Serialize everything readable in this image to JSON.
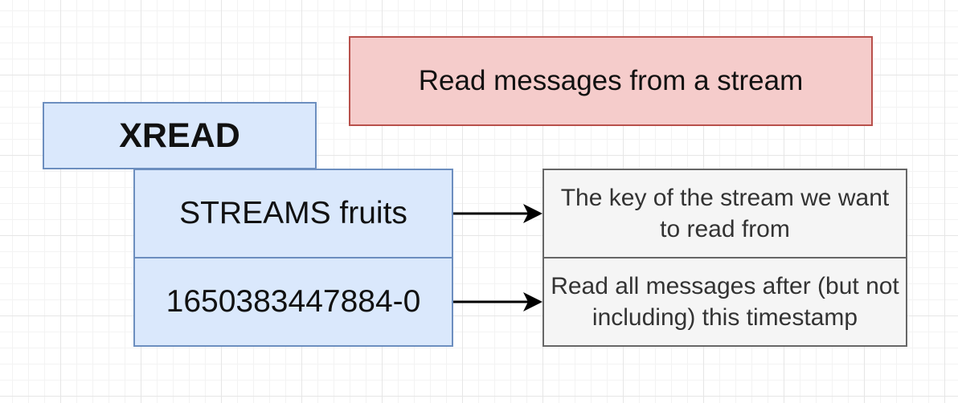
{
  "title": "Read messages from a stream",
  "command": "XREAD",
  "arguments": [
    {
      "label": "STREAMS fruits",
      "note": "The key of the stream we want to read from"
    },
    {
      "label": "1650383447884-0",
      "note": "Read all messages after (but not including) this timestamp"
    }
  ],
  "colors": {
    "title_fill": "#f5cccb",
    "title_border": "#b8504b",
    "command_fill": "#dae8fc",
    "command_border": "#6c8ebf",
    "note_fill": "#f5f5f5",
    "note_border": "#666666"
  }
}
